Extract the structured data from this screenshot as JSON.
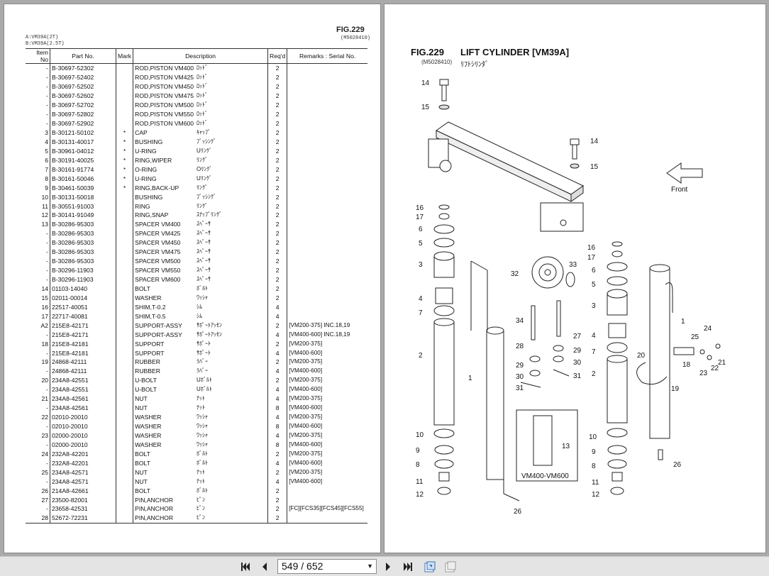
{
  "left_page": {
    "fig_number": "FIG.229",
    "fig_code": "(M5028410)",
    "model_a": "A:VM39A(2T)",
    "model_b": "B:VM39A(2.5T)",
    "columns": [
      "Item No",
      "Part No.",
      "Mark",
      "Description",
      "Req'd",
      "Remarks : Serial No."
    ],
    "rows": [
      {
        "item": "-",
        "part": "B-30697-52302",
        "mark": "",
        "desc": "ROD,PISTON  VM400",
        "jp": "ﾛｯﾄﾞ",
        "req": "2",
        "remarks": ""
      },
      {
        "item": "-",
        "part": "B-30697-52402",
        "mark": "",
        "desc": "ROD,PISTON  VM425",
        "jp": "ﾛｯﾄﾞ",
        "req": "2",
        "remarks": ""
      },
      {
        "item": "-",
        "part": "B-30697-52502",
        "mark": "",
        "desc": "ROD,PISTON  VM450",
        "jp": "ﾛｯﾄﾞ",
        "req": "2",
        "remarks": ""
      },
      {
        "item": "-",
        "part": "B-30697-52602",
        "mark": "",
        "desc": "ROD,PISTON  VM475",
        "jp": "ﾛｯﾄﾞ",
        "req": "2",
        "remarks": ""
      },
      {
        "item": "-",
        "part": "B-30697-52702",
        "mark": "",
        "desc": "ROD,PISTON  VM500",
        "jp": "ﾛｯﾄﾞ",
        "req": "2",
        "remarks": ""
      },
      {
        "item": "-",
        "part": "B-30697-52802",
        "mark": "",
        "desc": "ROD,PISTON  VM550",
        "jp": "ﾛｯﾄﾞ",
        "req": "2",
        "remarks": ""
      },
      {
        "item": "-",
        "part": "B-30697-52902",
        "mark": "",
        "desc": "ROD,PISTON  VM600",
        "jp": "ﾛｯﾄﾞ",
        "req": "2",
        "remarks": ""
      },
      {
        "item": "3",
        "part": "B-30121-50102",
        "mark": "*",
        "desc": "CAP",
        "jp": "ｷｬｯﾌﾟ",
        "req": "2",
        "remarks": ""
      },
      {
        "item": "4",
        "part": "B-30131-40017",
        "mark": "*",
        "desc": "BUSHING",
        "jp": "ﾌﾞｯｼﾝｸﾞ",
        "req": "2",
        "remarks": ""
      },
      {
        "item": "5",
        "part": "B-30961-04012",
        "mark": "*",
        "desc": "U-RING",
        "jp": "Uﾘﾝｸﾞ",
        "req": "2",
        "remarks": ""
      },
      {
        "item": "6",
        "part": "B-30191-40025",
        "mark": "*",
        "desc": "RING,WIPER",
        "jp": "ﾘﾝｸﾞ",
        "req": "2",
        "remarks": ""
      },
      {
        "item": "7",
        "part": "B-30161-91774",
        "mark": "*",
        "desc": "O-RING",
        "jp": "Oﾘﾝｸﾞ",
        "req": "2",
        "remarks": ""
      },
      {
        "item": "8",
        "part": "B-30161-50046",
        "mark": "*",
        "desc": "U-RING",
        "jp": "Uﾘﾝｸﾞ",
        "req": "2",
        "remarks": ""
      },
      {
        "item": "9",
        "part": "B-30461-50039",
        "mark": "*",
        "desc": "RING,BACK-UP",
        "jp": "ﾘﾝｸﾞ",
        "req": "2",
        "remarks": ""
      },
      {
        "item": "10",
        "part": "B-30131-50018",
        "mark": "",
        "desc": "BUSHING",
        "jp": "ﾌﾞｯｼﾝｸﾞ",
        "req": "2",
        "remarks": ""
      },
      {
        "item": "11",
        "part": "B-30551-91003",
        "mark": "",
        "desc": "RING",
        "jp": "ﾘﾝｸﾞ",
        "req": "2",
        "remarks": ""
      },
      {
        "item": "12",
        "part": "B-30141-91049",
        "mark": "",
        "desc": "RING,SNAP",
        "jp": "ｽﾅｯﾌﾟﾘﾝｸﾞ",
        "req": "2",
        "remarks": ""
      },
      {
        "item": "13",
        "part": "B-30286-95303",
        "mark": "",
        "desc": "SPACER  VM400",
        "jp": "ｽﾍﾟｰｻ",
        "req": "2",
        "remarks": ""
      },
      {
        "item": "-",
        "part": "B-30286-95303",
        "mark": "",
        "desc": "SPACER  VM425",
        "jp": "ｽﾍﾟｰｻ",
        "req": "2",
        "remarks": ""
      },
      {
        "item": "-",
        "part": "B-30286-95303",
        "mark": "",
        "desc": "SPACER  VM450",
        "jp": "ｽﾍﾟｰｻ",
        "req": "2",
        "remarks": ""
      },
      {
        "item": "-",
        "part": "B-30286-95303",
        "mark": "",
        "desc": "SPACER  VM475",
        "jp": "ｽﾍﾟｰｻ",
        "req": "2",
        "remarks": ""
      },
      {
        "item": "-",
        "part": "B-30286-95303",
        "mark": "",
        "desc": "SPACER  VM500",
        "jp": "ｽﾍﾟｰｻ",
        "req": "2",
        "remarks": ""
      },
      {
        "item": "-",
        "part": "B-30296-11903",
        "mark": "",
        "desc": "SPACER  VM550",
        "jp": "ｽﾍﾟｰｻ",
        "req": "2",
        "remarks": ""
      },
      {
        "item": "-",
        "part": "B-30296-11903",
        "mark": "",
        "desc": "SPACER  VM600",
        "jp": "ｽﾍﾟｰｻ",
        "req": "2",
        "remarks": ""
      },
      {
        "item": "14",
        "part": "01103-14040",
        "mark": "",
        "desc": "BOLT",
        "jp": "ﾎﾞﾙﾄ",
        "req": "2",
        "remarks": ""
      },
      {
        "item": "15",
        "part": "02011-00014",
        "mark": "",
        "desc": "WASHER",
        "jp": "ﾜｯｼｬ",
        "req": "2",
        "remarks": ""
      },
      {
        "item": "16",
        "part": "22517-40051",
        "mark": "",
        "desc": "SHIM,T-0.2",
        "jp": "ｼﾑ",
        "req": "4",
        "remarks": ""
      },
      {
        "item": "17",
        "part": "22717-40081",
        "mark": "",
        "desc": "SHIM,T-0.5",
        "jp": "ｼﾑ",
        "req": "4",
        "remarks": ""
      },
      {
        "item": "A2",
        "part": "215E8-42171",
        "mark": "",
        "desc": "SUPPORT-ASSY",
        "jp": "ｻﾎﾟｰﾄｱｯｾﾝ",
        "req": "2",
        "remarks": "[VM200-375] INC.18,19"
      },
      {
        "item": "-",
        "part": "215E8-42171",
        "mark": "",
        "desc": "SUPPORT-ASSY",
        "jp": "ｻﾎﾟｰﾄｱｯｾﾝ",
        "req": "4",
        "remarks": "[VM400-600] INC.18,19"
      },
      {
        "item": "18",
        "part": "215E8-42181",
        "mark": "",
        "desc": "SUPPORT",
        "jp": "ｻﾎﾟｰﾄ",
        "req": "2",
        "remarks": "[VM200-375]"
      },
      {
        "item": "-",
        "part": "215E8-42181",
        "mark": "",
        "desc": "SUPPORT",
        "jp": "ｻﾎﾟｰﾄ",
        "req": "4",
        "remarks": "[VM400-600]"
      },
      {
        "item": "19",
        "part": "24868-42111",
        "mark": "",
        "desc": "RUBBER",
        "jp": "ﾗﾊﾞｰ",
        "req": "2",
        "remarks": "[VM200-375]"
      },
      {
        "item": "-",
        "part": "24868-42111",
        "mark": "",
        "desc": "RUBBER",
        "jp": "ﾗﾊﾞｰ",
        "req": "4",
        "remarks": "[VM400-600]"
      },
      {
        "item": "20",
        "part": "234A8-42551",
        "mark": "",
        "desc": "U-BOLT",
        "jp": "Uﾎﾞﾙﾄ",
        "req": "2",
        "remarks": "[VM200-375]"
      },
      {
        "item": "-",
        "part": "234A8-42551",
        "mark": "",
        "desc": "U-BOLT",
        "jp": "Uﾎﾞﾙﾄ",
        "req": "4",
        "remarks": "[VM400-600]"
      },
      {
        "item": "21",
        "part": "234A8-42561",
        "mark": "",
        "desc": "NUT",
        "jp": "ﾅｯﾄ",
        "req": "4",
        "remarks": "[VM200-375]"
      },
      {
        "item": "-",
        "part": "234A8-42561",
        "mark": "",
        "desc": "NUT",
        "jp": "ﾅｯﾄ",
        "req": "8",
        "remarks": "[VM400-600]"
      },
      {
        "item": "22",
        "part": "02010-20010",
        "mark": "",
        "desc": "WASHER",
        "jp": "ﾜｯｼｬ",
        "req": "4",
        "remarks": "[VM200-375]"
      },
      {
        "item": "-",
        "part": "02010-20010",
        "mark": "",
        "desc": "WASHER",
        "jp": "ﾜｯｼｬ",
        "req": "8",
        "remarks": "[VM400-600]"
      },
      {
        "item": "23",
        "part": "02000-20010",
        "mark": "",
        "desc": "WASHER",
        "jp": "ﾜｯｼｬ",
        "req": "4",
        "remarks": "[VM200-375]"
      },
      {
        "item": "-",
        "part": "02000-20010",
        "mark": "",
        "desc": "WASHER",
        "jp": "ﾜｯｼｬ",
        "req": "8",
        "remarks": "[VM400-600]"
      },
      {
        "item": "24",
        "part": "232A8-42201",
        "mark": "",
        "desc": "BOLT",
        "jp": "ﾎﾞﾙﾄ",
        "req": "2",
        "remarks": "[VM200-375]"
      },
      {
        "item": "-",
        "part": "232A8-42201",
        "mark": "",
        "desc": "BOLT",
        "jp": "ﾎﾞﾙﾄ",
        "req": "4",
        "remarks": "[VM400-600]"
      },
      {
        "item": "25",
        "part": "234A8-42571",
        "mark": "",
        "desc": "NUT",
        "jp": "ﾅｯﾄ",
        "req": "2",
        "remarks": "[VM200-375]"
      },
      {
        "item": "-",
        "part": "234A8-42571",
        "mark": "",
        "desc": "NUT",
        "jp": "ﾅｯﾄ",
        "req": "4",
        "remarks": "[VM400-600]"
      },
      {
        "item": "26",
        "part": "214A8-42661",
        "mark": "",
        "desc": "BOLT",
        "jp": "ﾎﾞﾙﾄ",
        "req": "2",
        "remarks": ""
      },
      {
        "item": "27",
        "part": "23500-82001",
        "mark": "",
        "desc": "PIN,ANCHOR",
        "jp": "ﾋﾟﾝ",
        "req": "2",
        "remarks": ""
      },
      {
        "item": "-",
        "part": "23658-42531",
        "mark": "",
        "desc": "PIN,ANCHOR",
        "jp": "ﾋﾟﾝ",
        "req": "2",
        "remarks": "[FC][FCS35][FCS45][FCS55]"
      },
      {
        "item": "28",
        "part": "52672-72231",
        "mark": "",
        "desc": "PIN,ANCHOR",
        "jp": "ﾋﾟﾝ",
        "req": "2",
        "remarks": ""
      }
    ]
  },
  "right_page": {
    "fig_number": "FIG.229",
    "title": "LIFT CYLINDER [VM39A]",
    "fig_code": "(M5028410)",
    "jp_title": "ﾘﾌﾄｼﾘﾝﾀﾞ",
    "front_label": "Front",
    "inset_label": "VM400-VM600",
    "callouts": [
      "14",
      "15",
      "14",
      "15",
      "16",
      "17",
      "6",
      "5",
      "3",
      "4",
      "7",
      "2",
      "1",
      "10",
      "9",
      "8",
      "11",
      "12",
      "32",
      "33",
      "34",
      "28",
      "29",
      "30",
      "31",
      "27",
      "29",
      "30",
      "31",
      "26",
      "16",
      "17",
      "6",
      "5",
      "3",
      "4",
      "7",
      "2",
      "10",
      "9",
      "8",
      "11",
      "12",
      "13",
      "1",
      "20",
      "19",
      "18",
      "23",
      "22",
      "21",
      "24",
      "25",
      "26"
    ]
  },
  "toolbar": {
    "page_display": "549 / 652",
    "first_icon": "first-page-icon",
    "prev_icon": "previous-page-icon",
    "next_icon": "next-page-icon",
    "last_icon": "last-page-icon",
    "rotate_icon": "fit-page-icon",
    "export_icon": "export-icon"
  }
}
